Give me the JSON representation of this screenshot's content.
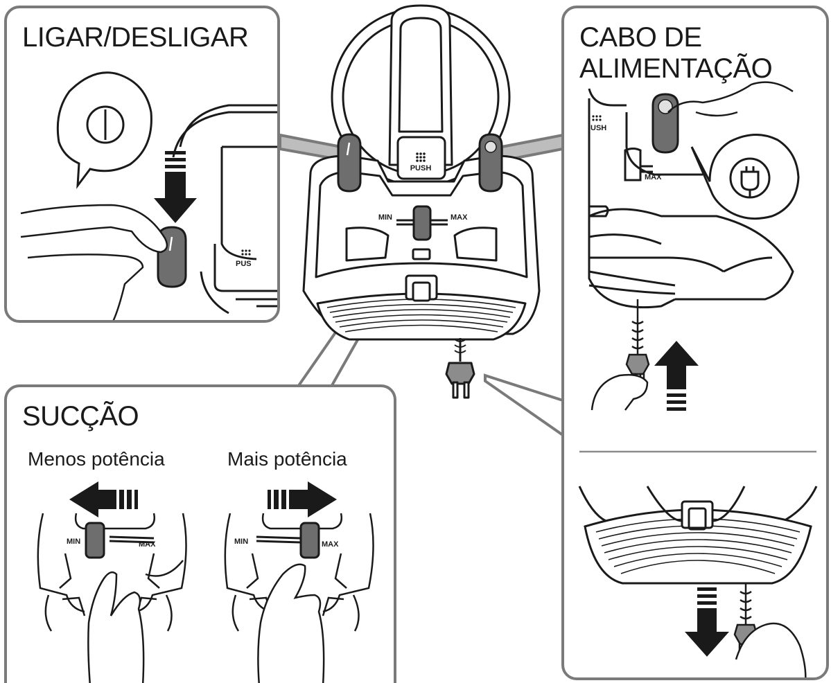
{
  "panels": {
    "power": {
      "title": "LIGAR/DESLIGAR"
    },
    "cord": {
      "title_line1": "CABO DE",
      "title_line2": "ALIMENTAÇÃO"
    },
    "suction": {
      "title": "SUCÇÃO",
      "less_label": "Menos potência",
      "more_label": "Mais potência"
    }
  },
  "device": {
    "push_label": "PUSH",
    "min_label": "MIN",
    "max_label": "MAX",
    "push_partial_left": "PUS",
    "push_partial_right": "USH"
  },
  "colors": {
    "border": "#7a7a7a",
    "button_fill": "#6e6e6e",
    "line": "#1a1a1a",
    "callout": "#8a8a8a"
  }
}
